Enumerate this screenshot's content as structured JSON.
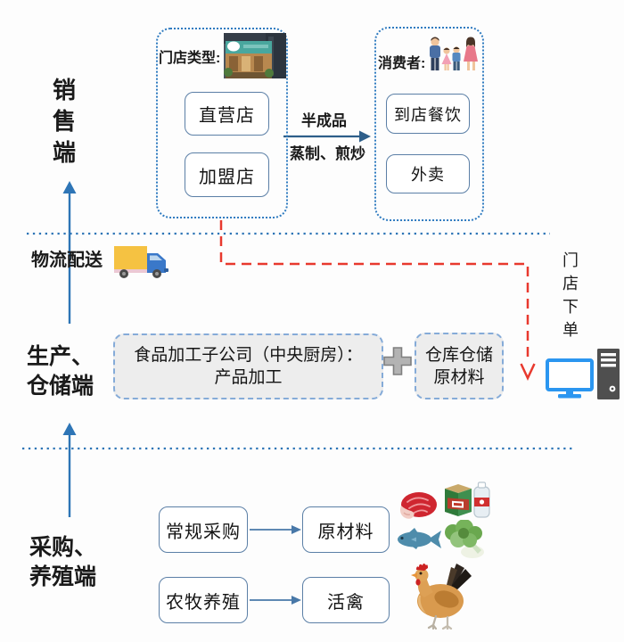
{
  "sections": {
    "sales": "销售端",
    "logistics": "物流配送",
    "production1": "生产、",
    "production2": "仓储端",
    "procurement1": "采购、",
    "procurement2": "养殖端",
    "store_order": "门店下单"
  },
  "store_types": {
    "label": "门店类型:",
    "direct": "直营店",
    "franchise": "加盟店"
  },
  "consumers": {
    "label": "消费者:",
    "dine_in": "到店餐饮",
    "takeout": "外卖"
  },
  "flow": {
    "semi_finished": "半成品",
    "cooking": "蒸制、煎炒"
  },
  "production": {
    "kitchen_line1": "食品加工子公司（中央厨房）：",
    "kitchen_line2": "产品加工",
    "plus": "+",
    "warehouse_line1": "仓库仓储",
    "warehouse_line2": "原材料"
  },
  "sourcing": {
    "regular_purchase": "常规采购",
    "raw_materials": "原材料",
    "farming": "农牧养殖",
    "live_poultry": "活禽"
  },
  "icons": {
    "storefront": "storefront-photo",
    "family": "consumer-family",
    "truck": "delivery-truck",
    "computer": "desktop-computer",
    "meat": "meat-steak",
    "grocery": "grocery-box-and-water",
    "fish": "fish",
    "broccoli": "broccoli",
    "chicken": "live-chicken"
  },
  "colors": {
    "blue": "#2E75B6",
    "dotted_border": "#2F7BC0",
    "gray_dash_border": "#85ABD8",
    "gray_fill": "#EDEDED",
    "red": "#E8392E",
    "node_border": "#5B7FA6",
    "arrow_dark": "#2E5F8A",
    "text": "#1A1A1A"
  }
}
